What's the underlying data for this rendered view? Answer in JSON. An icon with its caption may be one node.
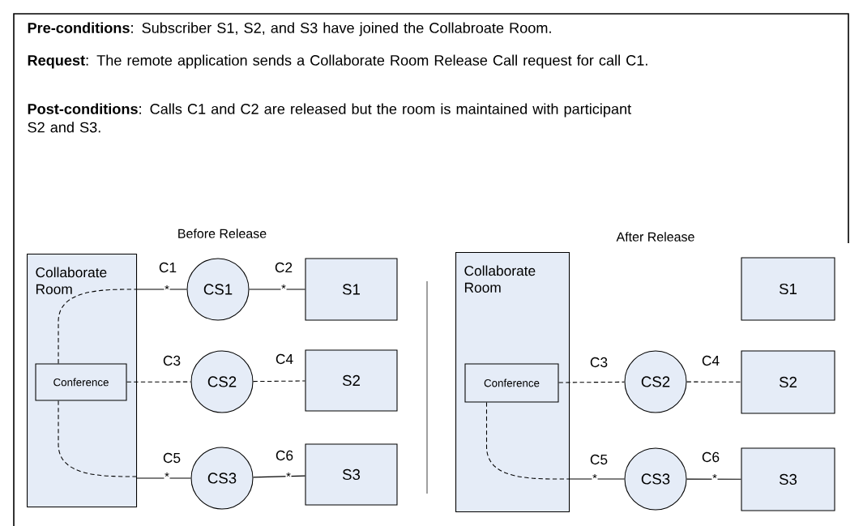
{
  "diagram": {
    "nodes": [
      {
        "text": [
          "Collaborate Room"
        ]
      },
      {
        "text": [
          "Conference"
        ],
        "in": 0
      },
      {
        "text": [
          "CS1"
        ]
      },
      {
        "text": [
          "S1"
        ]
      },
      {
        "text": [
          "CS2"
        ]
      },
      {
        "text": [
          "S2"
        ]
      },
      {
        "text": [
          "CS3"
        ]
      },
      {
        "text": [
          "S3"
        ]
      },
      {
        "text": [
          "Collaborate Room"
        ]
      },
      {
        "text": [
          "Conference"
        ],
        "in": 8
      },
      {
        "text": [
          "S1"
        ]
      },
      {
        "text": [
          "CS2"
        ]
      },
      {
        "text": [
          "S2"
        ]
      },
      {
        "text": [
          "CS3"
        ]
      },
      {
        "text": [
          "S3"
        ]
      }
    ],
    "edges": [
      {
        "from": 1,
        "to": 0,
        "arrow": "none",
        "style": "dashed"
      },
      {
        "from": 1,
        "to": 0,
        "arrow": "none",
        "style": "dashed"
      },
      {
        "from": 9,
        "to": 8,
        "arrow": "none",
        "style": "dashed"
      },
      {
        "from": 0,
        "to": 2,
        "arrow": "none",
        "label": "C1"
      },
      {
        "from": 2,
        "to": 3,
        "arrow": "none",
        "label": "C2"
      },
      {
        "from": 1,
        "to": 4,
        "arrow": "none",
        "label": "C3",
        "style": "dashed"
      },
      {
        "from": 4,
        "to": 5,
        "arrow": "none",
        "label": "C4",
        "style": "dashed"
      },
      {
        "from": 0,
        "to": 6,
        "arrow": "none",
        "label": "C5"
      },
      {
        "from": 6,
        "to": 7,
        "arrow": "none",
        "label": "C6"
      },
      {
        "from": 9,
        "to": 11,
        "arrow": "none",
        "label": "C3",
        "style": "dashed"
      },
      {
        "from": 11,
        "to": 12,
        "arrow": "none",
        "label": "C4",
        "style": "dashed"
      },
      {
        "from": 8,
        "to": 13,
        "arrow": "none",
        "label": "C5"
      },
      {
        "from": 13,
        "to": 14,
        "arrow": "none",
        "label": "C6"
      }
    ],
    "labels": [
      "**Pre-conditions**:  Subscriber S1, S2, and S3 have joined the Collabroate Room.",
      "**Request**:  The remote application sends a Collaborate Room Release Call request for call C1.",
      "**Post-conditions**:  Calls C1 and C2 are released but the room is maintained with participant S2 and S3.",
      "Before Release",
      "After Release",
      "*",
      "*",
      "*",
      "*",
      "*",
      "*"
    ]
  }
}
